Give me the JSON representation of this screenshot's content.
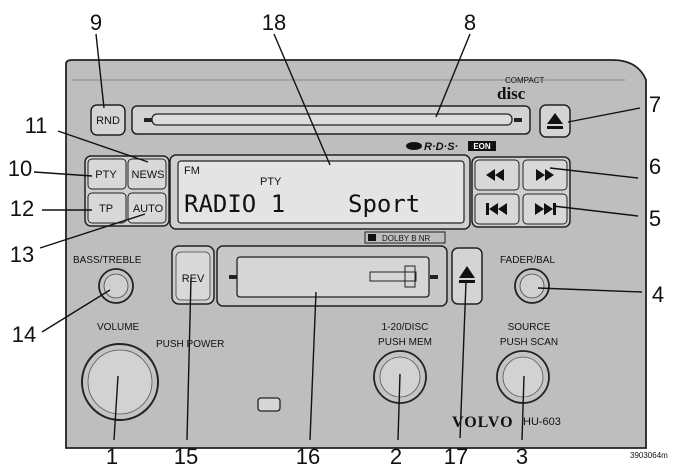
{
  "callouts": {
    "c1": "1",
    "c2": "2",
    "c3": "3",
    "c4": "4",
    "c5": "5",
    "c6": "6",
    "c7": "7",
    "c8": "8",
    "c9": "9",
    "c10": "10",
    "c11": "11",
    "c12": "12",
    "c13": "13",
    "c14": "14",
    "c15": "15",
    "c16": "16",
    "c17": "17",
    "c18": "18"
  },
  "buttons": {
    "rnd": "RND",
    "pty": "PTY",
    "news": "NEWS",
    "tp": "TP",
    "auto": "AUTO",
    "rev": "REV"
  },
  "labels": {
    "bass_treble": "BASS/TREBLE",
    "fader_bal": "FADER/BAL",
    "volume": "VOLUME",
    "push_power": "PUSH POWER",
    "disc_line1": "1-20/DISC",
    "disc_line2": "PUSH MEM",
    "source_line1": "SOURCE",
    "source_line2": "PUSH SCAN",
    "compact": "COMPACT",
    "disc_logo": "disc",
    "rds": "R·D·S·",
    "eon": "EON",
    "dolby": "DOLBY B NR"
  },
  "display": {
    "band": "FM",
    "pty": "PTY",
    "station": "RADIO 1",
    "program": "Sport"
  },
  "brand": "VOLVO",
  "model": "HU-603",
  "figure_code": "3903064m",
  "icons": {
    "eject": "eject-icon",
    "rewind": "rewind-icon",
    "fast_forward": "fast-forward-icon",
    "skip_back": "skip-back-icon",
    "skip_forward": "skip-forward-icon"
  }
}
